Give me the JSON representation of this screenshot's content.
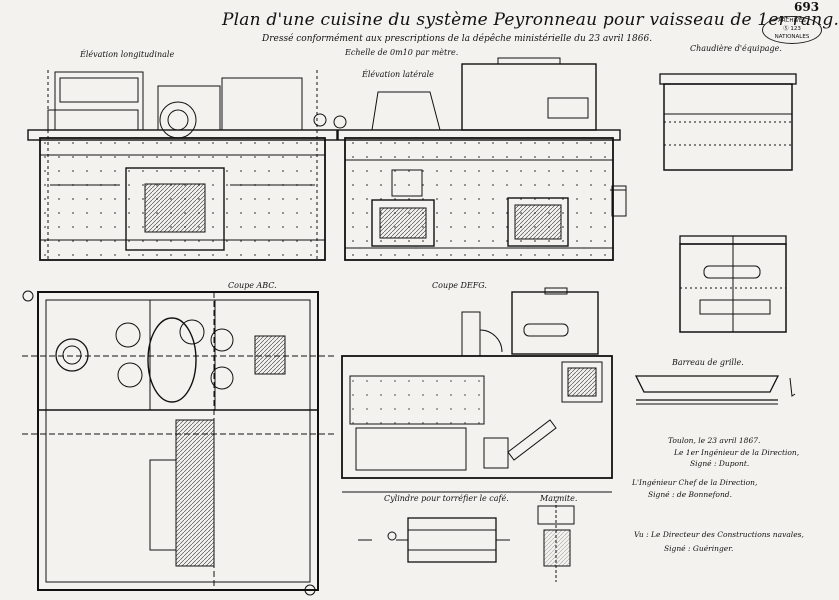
{
  "header": {
    "title": "Plan d'une cuisine du système Peyronneau pour vaisseau de 1er rang.",
    "subtitle": "Dressé conformément aux prescriptions de la dépêche ministérielle du 23 avril 1866.",
    "scale": "Echelle de 0m10 par mètre.",
    "sheet_number": "693"
  },
  "stamp": {
    "line1": "ARCHIVES",
    "line2": "Ⓢ 123",
    "line3": "NATIONALES"
  },
  "views": {
    "elevation_longitudinale": "Élévation longitudinale",
    "elevation_laterale": "Élévation latérale",
    "chaudiere": "Chaudière d'équipage.",
    "coupe_abc": "Coupe ABC.",
    "coupe_defg": "Coupe DEFG.",
    "barreau": "Barreau de grille.",
    "cylindre": "Cylindre pour torréfier le café.",
    "marmite": "Marmite."
  },
  "signatures": {
    "date": "Toulon, le 23 avril 1867.",
    "line1": "Le 1er Ingénieur de la Direction,",
    "line2": "Signé : Dupont.",
    "line3": "L'Ingénieur Chef de la Direction,",
    "line4": "Signé : de Bonnefond.",
    "line5": "Vu : Le Directeur des Constructions navales,",
    "line6": "Signé : Guéringer."
  },
  "colors": {
    "ink": "#111111",
    "paper": "#f3f2ee",
    "shade": "#cfcfcf"
  }
}
